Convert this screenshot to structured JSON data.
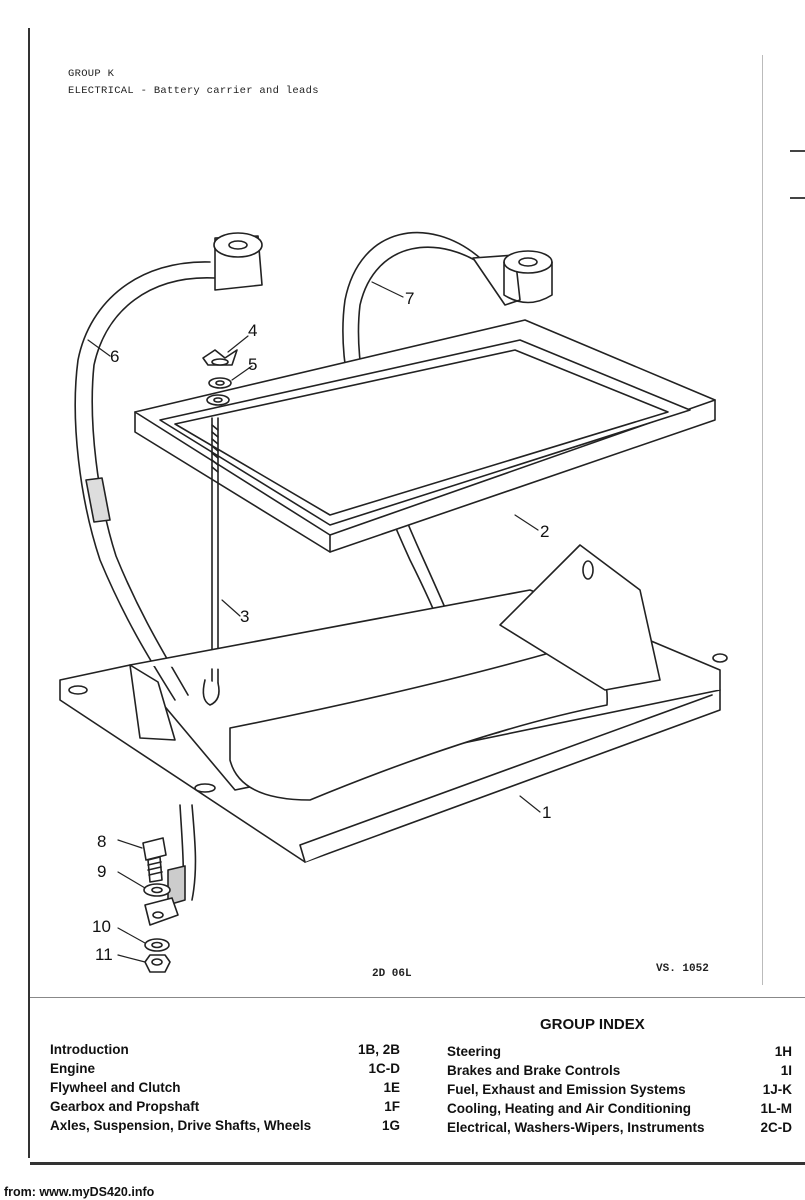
{
  "header": {
    "group": "GROUP K",
    "title": "ELECTRICAL - Battery carrier and leads"
  },
  "callouts": [
    "1",
    "2",
    "3",
    "4",
    "5",
    "6",
    "7",
    "8",
    "9",
    "10",
    "11"
  ],
  "refs": {
    "left": "2D 06L",
    "right": "VS. 1052"
  },
  "group_index": {
    "title": "GROUP INDEX",
    "left_column": [
      {
        "label": "Introduction",
        "code": "1B, 2B"
      },
      {
        "label": "Engine",
        "code": "1C-D"
      },
      {
        "label": "Flywheel and Clutch",
        "code": "1E"
      },
      {
        "label": "Gearbox and Propshaft",
        "code": "1F"
      },
      {
        "label": "Axles, Suspension, Drive Shafts, Wheels",
        "code": "1G"
      }
    ],
    "right_column": [
      {
        "label": "Steering",
        "code": "1H"
      },
      {
        "label": "Brakes and Brake Controls",
        "code": "1I"
      },
      {
        "label": "Fuel, Exhaust and Emission Systems",
        "code": "1J-K"
      },
      {
        "label": "Cooling, Heating and Air Conditioning",
        "code": "1L-M"
      },
      {
        "label": "Electrical, Washers-Wipers, Instruments",
        "code": "2C-D"
      }
    ]
  },
  "footer": {
    "source": "from: www.myDS420.info"
  }
}
